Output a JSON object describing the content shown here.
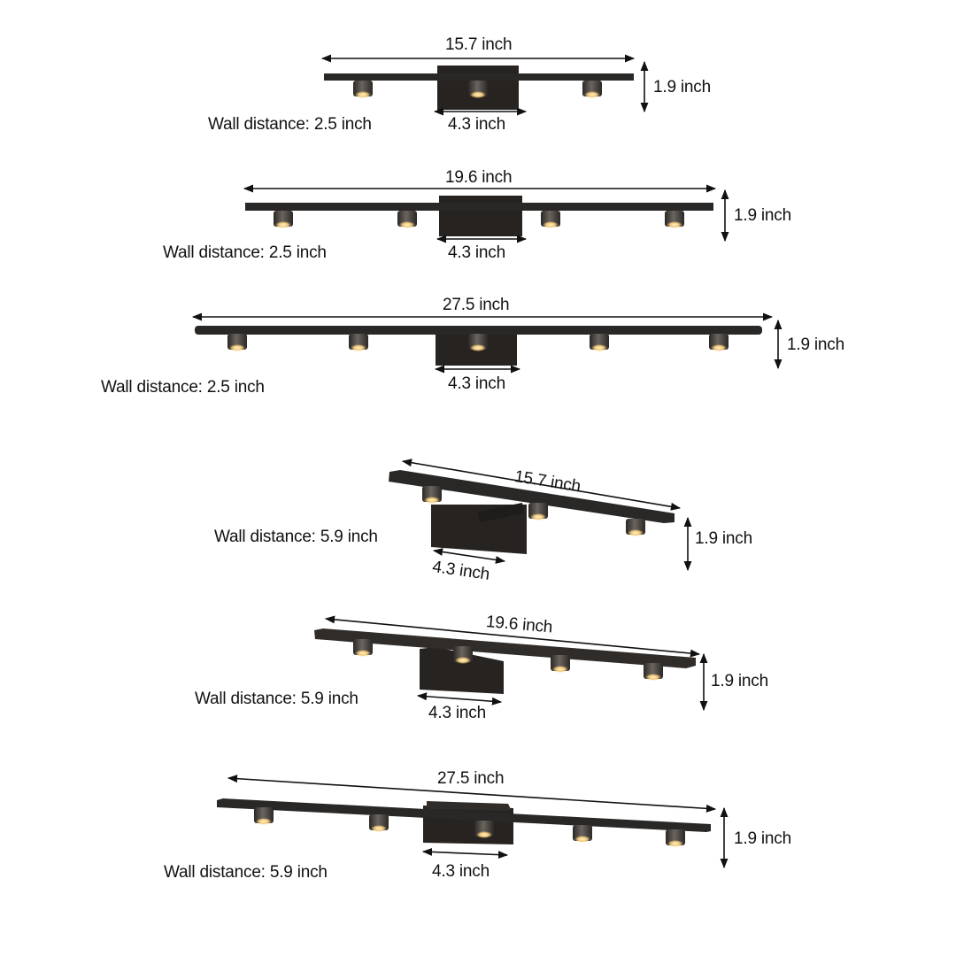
{
  "colors": {
    "fixture": "#2a2826",
    "fixture_edge": "#3d3a37",
    "plate": "#262321",
    "shade": "#4a4541",
    "glow": "#f2c978",
    "arrow": "#111111",
    "text": "#111111"
  },
  "fixtures": [
    {
      "style": "flat",
      "lights": 3,
      "length_label": "15.7 inch",
      "height_label": "1.9 inch",
      "plate_label": "4.3 inch",
      "wall_distance_label": "Wall distance: 2.5 inch"
    },
    {
      "style": "flat",
      "lights": 4,
      "length_label": "19.6 inch",
      "height_label": "1.9 inch",
      "plate_label": "4.3 inch",
      "wall_distance_label": "Wall distance: 2.5 inch"
    },
    {
      "style": "flat",
      "lights": 5,
      "length_label": "27.5 inch",
      "height_label": "1.9 inch",
      "plate_label": "4.3 inch",
      "wall_distance_label": "Wall distance: 2.5 inch"
    },
    {
      "style": "angled",
      "lights": 3,
      "length_label": "15.7 inch",
      "height_label": "1.9 inch",
      "plate_label": "4.3 inch",
      "wall_distance_label": "Wall distance: 5.9 inch"
    },
    {
      "style": "angled",
      "lights": 4,
      "length_label": "19.6 inch",
      "height_label": "1.9 inch",
      "plate_label": "4.3 inch",
      "wall_distance_label": "Wall distance: 5.9 inch"
    },
    {
      "style": "angled",
      "lights": 5,
      "length_label": "27.5 inch",
      "height_label": "1.9 inch",
      "plate_label": "4.3 inch",
      "wall_distance_label": "Wall distance: 5.9 inch"
    }
  ]
}
